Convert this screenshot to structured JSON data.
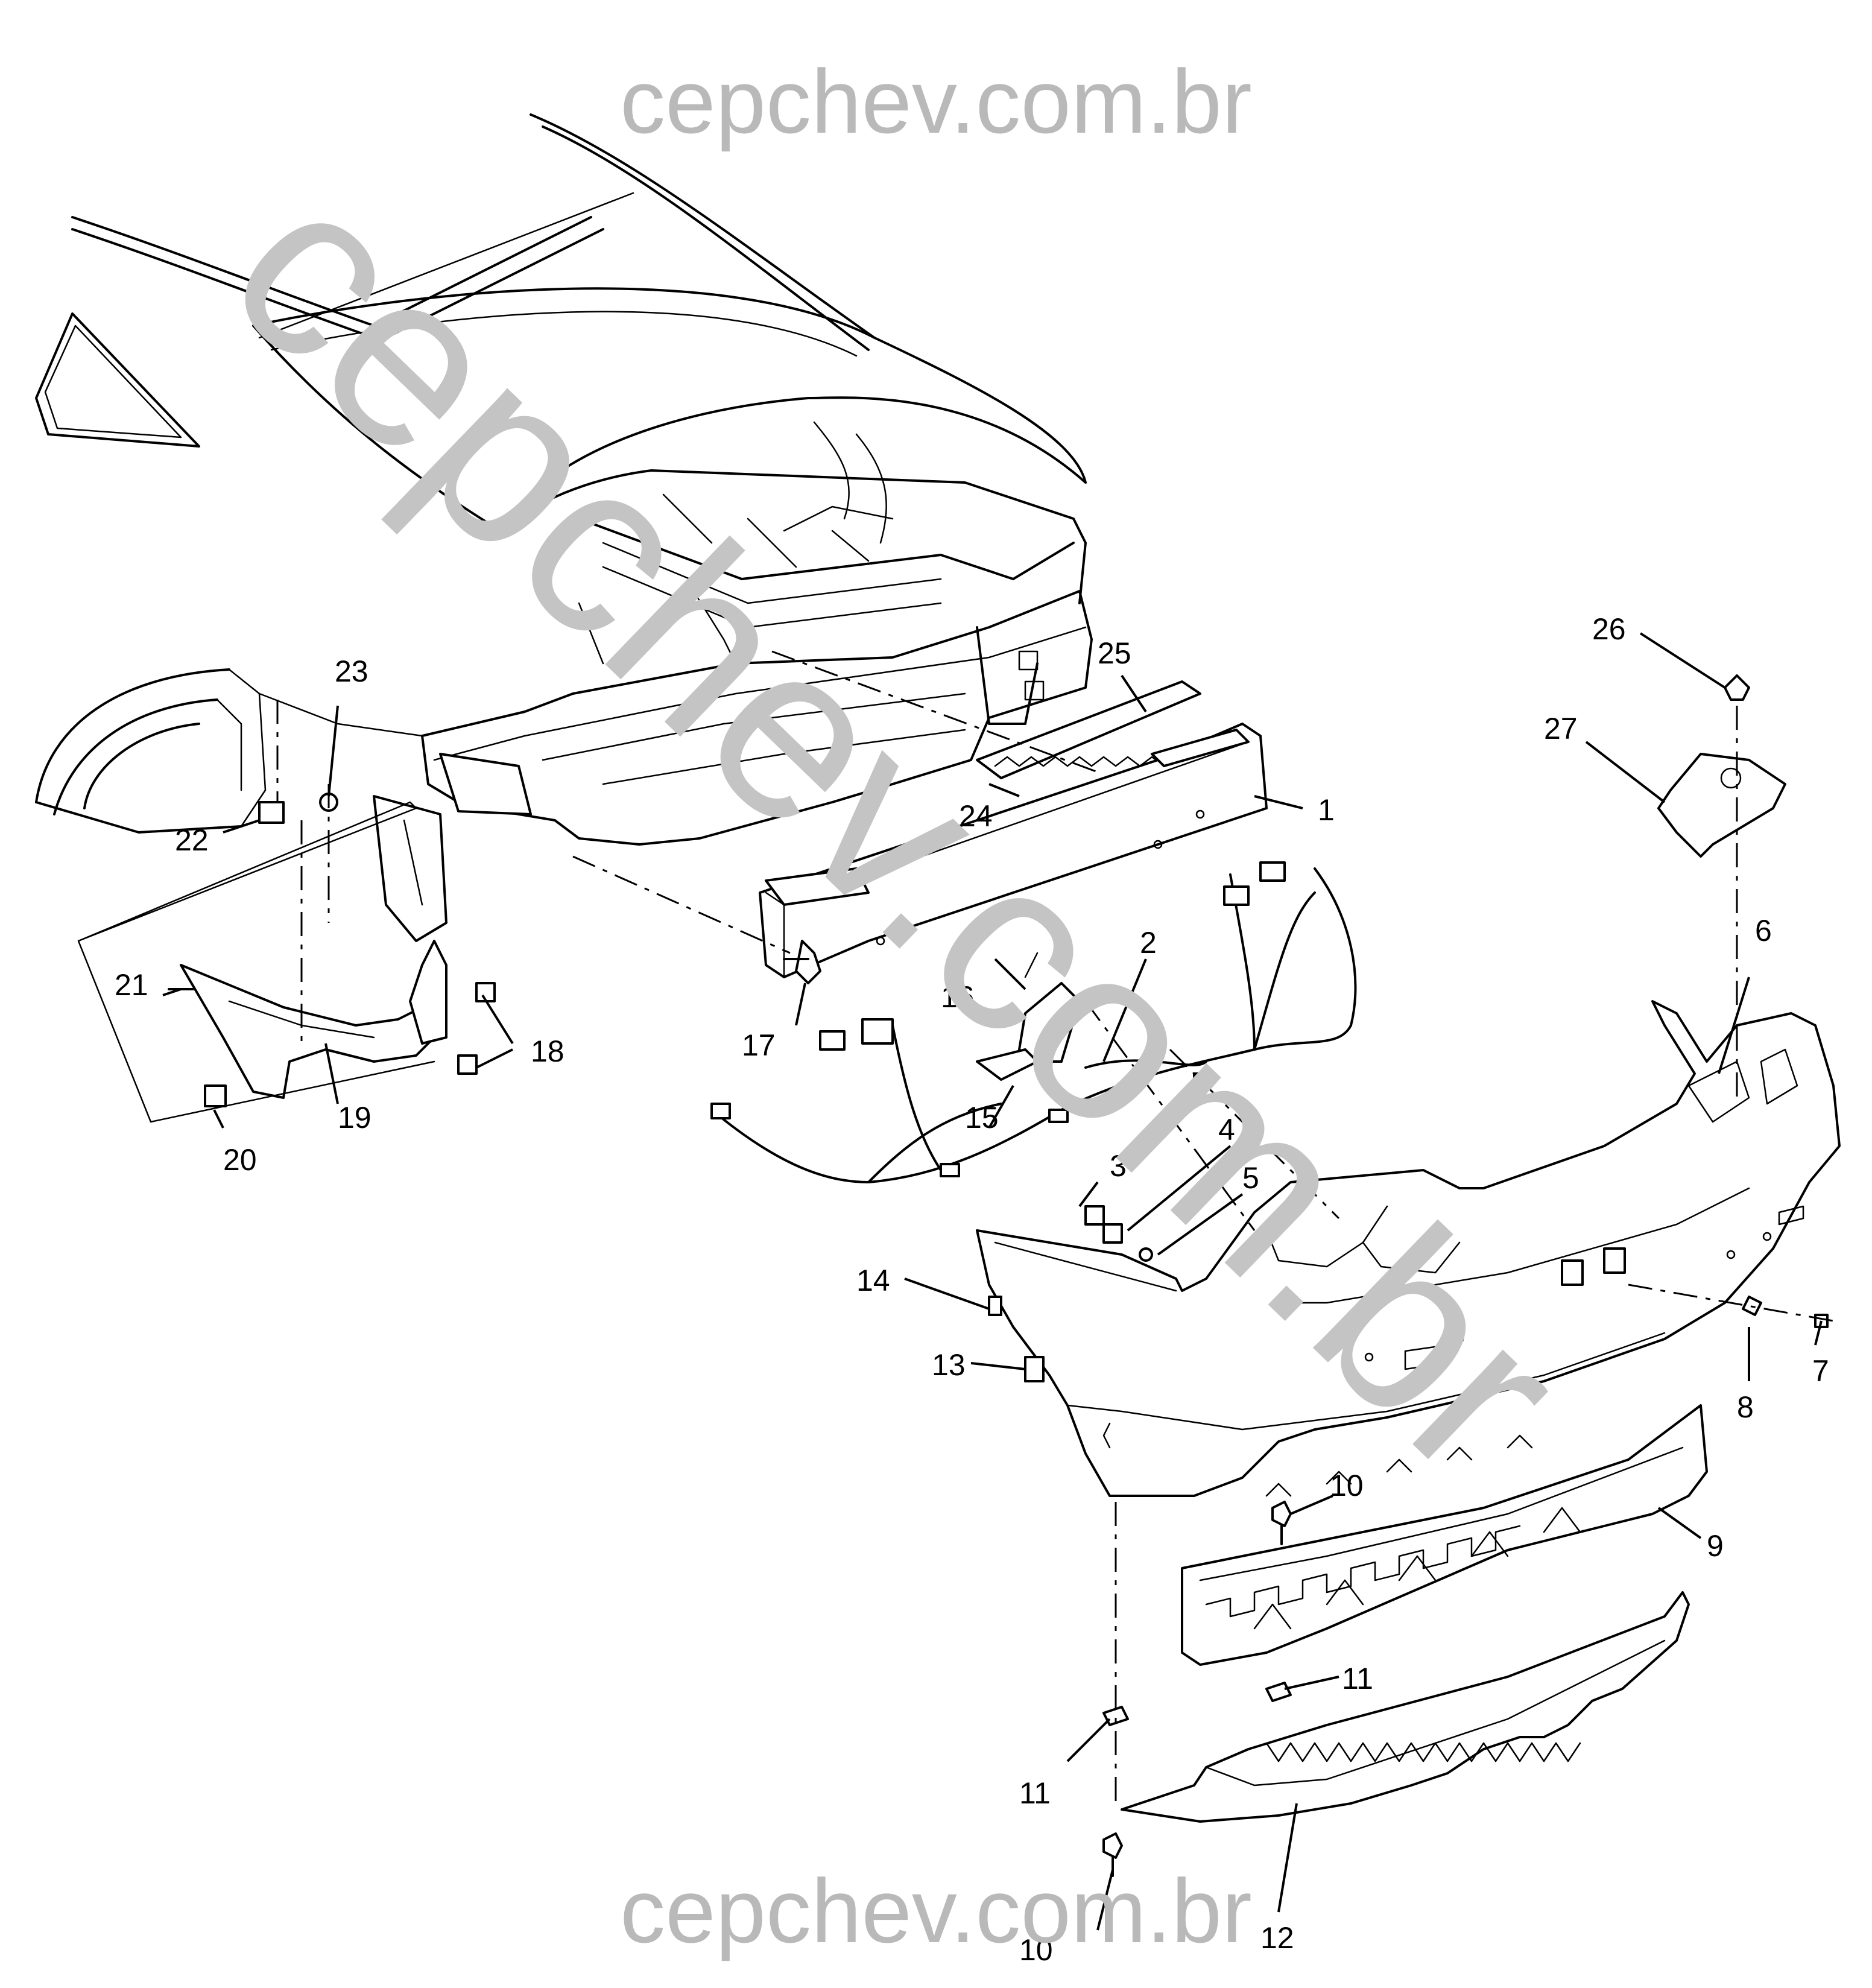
{
  "watermark": {
    "top": "cepchev.com.br",
    "bottom": "cepchev.com.br",
    "diagonal": "cepchev.com.br"
  },
  "callouts": {
    "c1": "1",
    "c2": "2",
    "c3": "3",
    "c4": "4",
    "c5": "5",
    "c6": "6",
    "c7": "7",
    "c8": "8",
    "c9": "9",
    "c10a": "10",
    "c10b": "10",
    "c11a": "11",
    "c11b": "11",
    "c12": "12",
    "c13": "13",
    "c14": "14",
    "c15": "15",
    "c16": "16",
    "c17": "17",
    "c18": "18",
    "c19": "19",
    "c20": "20",
    "c21": "21",
    "c22": "22",
    "c23": "23",
    "c24": "24",
    "c25": "25",
    "c26": "26",
    "c27": "27"
  },
  "colors": {
    "line": "#000000",
    "watermark": "#b9b9b9",
    "background": "#ffffff"
  }
}
